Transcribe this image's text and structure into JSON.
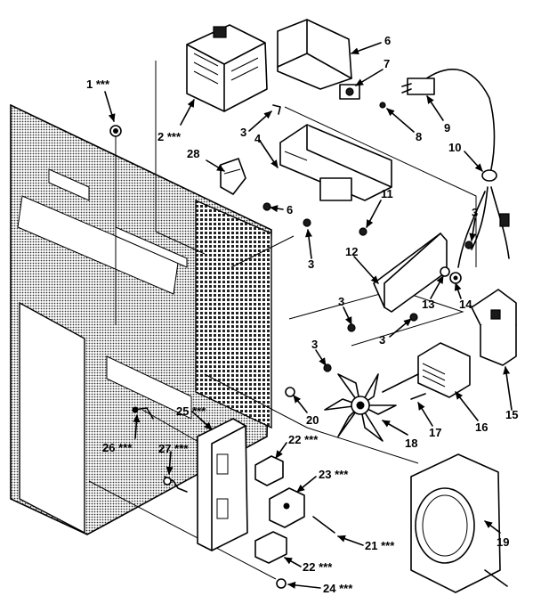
{
  "diagram": {
    "labels": [
      {
        "id": "p1",
        "text": "1 ***"
      },
      {
        "id": "p2",
        "text": "2 ***"
      },
      {
        "id": "p3a",
        "text": "3"
      },
      {
        "id": "p4",
        "text": "4"
      },
      {
        "id": "p28",
        "text": "28"
      },
      {
        "id": "p6a",
        "text": "6"
      },
      {
        "id": "p7",
        "text": "7"
      },
      {
        "id": "p8",
        "text": "8"
      },
      {
        "id": "p9",
        "text": "9"
      },
      {
        "id": "p10",
        "text": "10"
      },
      {
        "id": "p6b",
        "text": "6"
      },
      {
        "id": "p3b",
        "text": "3"
      },
      {
        "id": "p11",
        "text": "11"
      },
      {
        "id": "p3c",
        "text": "3"
      },
      {
        "id": "p12",
        "text": "12"
      },
      {
        "id": "p13",
        "text": "13"
      },
      {
        "id": "p14",
        "text": "14"
      },
      {
        "id": "p3d",
        "text": "3"
      },
      {
        "id": "p3e",
        "text": "3"
      },
      {
        "id": "p3f",
        "text": "3"
      },
      {
        "id": "p15",
        "text": "15"
      },
      {
        "id": "p16",
        "text": "16"
      },
      {
        "id": "p17",
        "text": "17"
      },
      {
        "id": "p18",
        "text": "18"
      },
      {
        "id": "p20",
        "text": "20"
      },
      {
        "id": "p25",
        "text": "25 ***"
      },
      {
        "id": "p26",
        "text": "26 ***"
      },
      {
        "id": "p27",
        "text": "27 ***"
      },
      {
        "id": "p22a",
        "text": "22 ***"
      },
      {
        "id": "p23",
        "text": "23 ***"
      },
      {
        "id": "p21",
        "text": "21 ***"
      },
      {
        "id": "p22b",
        "text": "22 ***"
      },
      {
        "id": "p24",
        "text": "24 ***"
      },
      {
        "id": "p19",
        "text": "19"
      }
    ]
  }
}
